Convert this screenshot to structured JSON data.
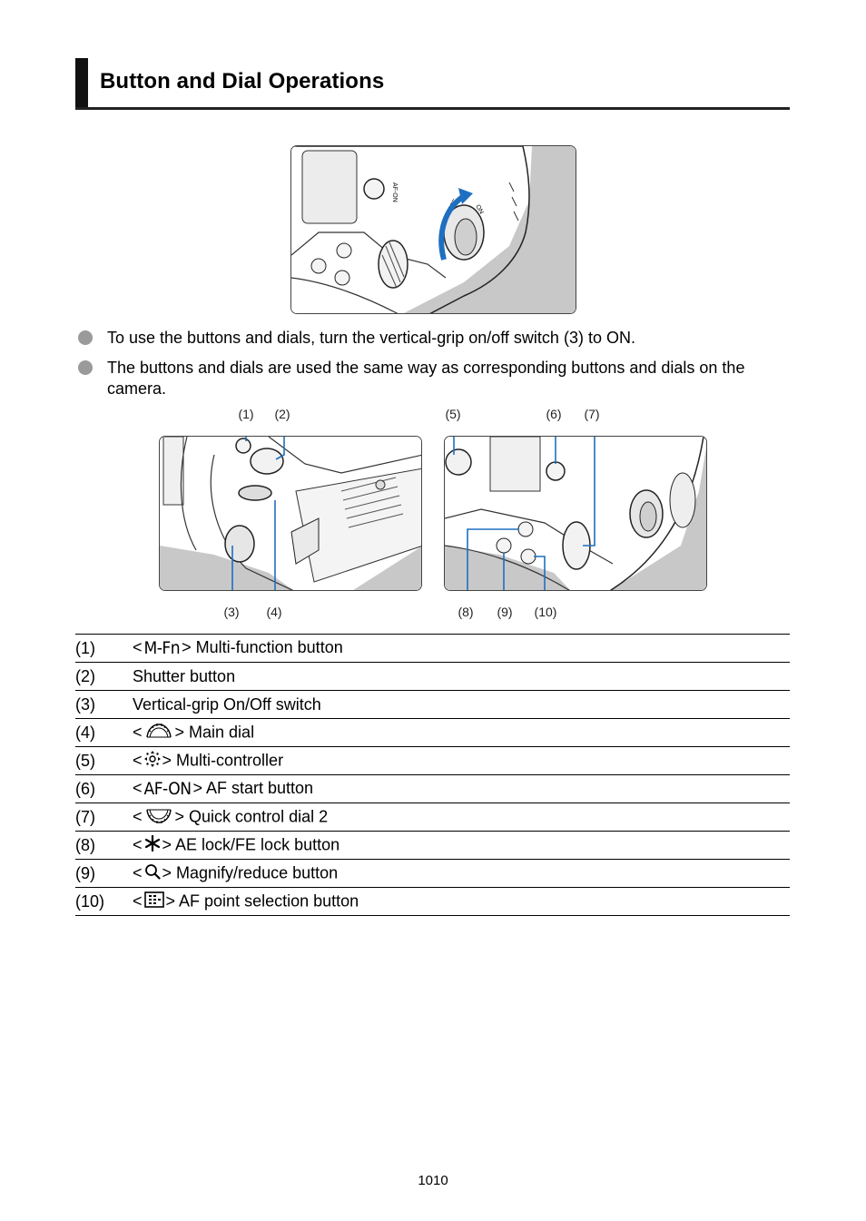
{
  "header": {
    "title": "Button and Dial Operations"
  },
  "bullets": [
    "To use the buttons and dials, turn the vertical-grip on/off switch (3) to ON.",
    "The buttons and dials are used the same way as corresponding buttons and dials on the camera."
  ],
  "figure_top": {
    "label_af_on": "AF-ON",
    "label_off": "OFF",
    "label_on": "ON"
  },
  "callouts": {
    "c1": "(1)",
    "c2": "(2)",
    "c3": "(3)",
    "c4": "(4)",
    "c5": "(5)",
    "c6": "(6)",
    "c7": "(7)",
    "c8": "(8)",
    "c9": "(9)",
    "c10": "(10)"
  },
  "parts_table": [
    {
      "num": "(1)",
      "pre": "<",
      "icon": "m-fn-icon",
      "icon_text": "M-Fn",
      "desc": "> Multi-function button"
    },
    {
      "num": "(2)",
      "pre": "",
      "icon": "",
      "icon_text": "",
      "desc": "Shutter button"
    },
    {
      "num": "(3)",
      "pre": "",
      "icon": "",
      "icon_text": "",
      "desc": "Vertical-grip On/Off switch"
    },
    {
      "num": "(4)",
      "pre": "<",
      "icon": "main-dial-icon",
      "icon_text": "",
      "desc": "> Main dial"
    },
    {
      "num": "(5)",
      "pre": "<",
      "icon": "multi-controller-icon",
      "icon_text": "",
      "desc": "> Multi-controller"
    },
    {
      "num": "(6)",
      "pre": "<",
      "icon": "af-on-icon",
      "icon_text": "AF-ON",
      "desc": "> AF start button"
    },
    {
      "num": "(7)",
      "pre": "<",
      "icon": "quick-control-dial-2-icon",
      "icon_text": "",
      "desc": "> Quick control dial 2"
    },
    {
      "num": "(8)",
      "pre": "<",
      "icon": "ae-lock-icon",
      "icon_text": "",
      "desc": "> AE lock/FE lock button"
    },
    {
      "num": "(9)",
      "pre": "<",
      "icon": "magnify-icon",
      "icon_text": "",
      "desc": "> Magnify/reduce button"
    },
    {
      "num": "(10)",
      "pre": "<",
      "icon": "af-point-selection-icon",
      "icon_text": "",
      "desc": "> AF point selection button"
    }
  ],
  "footer": {
    "page_number": "1010"
  }
}
